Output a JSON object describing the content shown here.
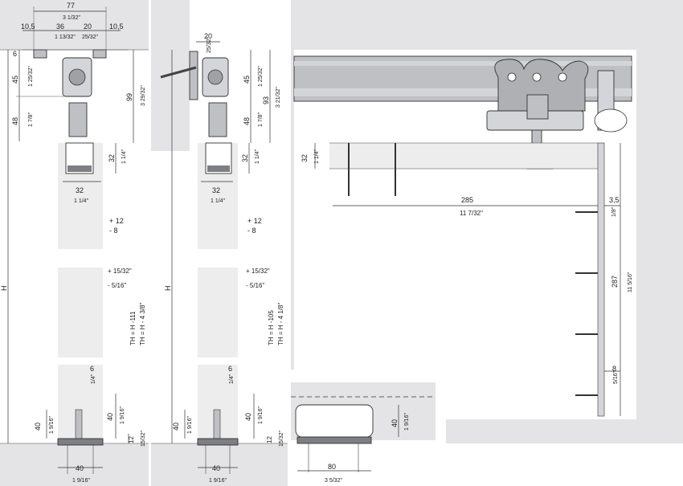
{
  "colors": {
    "wall": "#e4e4e6",
    "door": "#ededee",
    "metal": "#bfc0c3",
    "dark": "#7d7f83",
    "line": "#333333"
  },
  "labels": {
    "top_77": "77",
    "top_77_in": "3 1/32\"",
    "top_10_5_l": "10,5",
    "top_36": "36",
    "top_36_in": "1 13/32\"",
    "top_20": "20",
    "top_20_in": "25/32\"",
    "top_10_5_r": "10,5",
    "left_6": "6",
    "left_45": "45",
    "left_45_in": "1 25/32\"",
    "left_48": "48",
    "left_48_in": "1 7/8\"",
    "r_99": "99",
    "r_99_in": "3 29/32\"",
    "r_32": "32",
    "r_32_in": "1 1/4\"",
    "b1_32": "32",
    "b1_32_in": "1 1/4\"",
    "gap_12": "+ 12",
    "gap_8": "- 8",
    "gap_15": "+ 15/32\"",
    "gap_5": "- 5/16\"",
    "h_label": "H",
    "th1": "TH = H -111",
    "th1_in": "TH = H - 4 3/8\"",
    "bot_6": "6",
    "bot_6_in": "1/4\"",
    "bot_40_l": "40",
    "bot_40_l_in": "1 9/16\"",
    "bot_40_r": "40",
    "bot_40_r_in": "1 9/16\"",
    "bot_12": "12",
    "bot_12_in": "15/32\"",
    "base_40": "40",
    "base_40_in": "1 9/16\"",
    "p2_20": "20",
    "p2_20_in": "25/32\"",
    "p2_45": "45",
    "p2_45_in": "1 25/32\"",
    "p2_48": "48",
    "p2_48_in": "1 7/8\"",
    "p2_93": "93",
    "p2_93_in": "3 21/32\"",
    "p2_32": "32",
    "p2_32_in": "1 1/4\"",
    "p2_b32": "32",
    "p2_b32_in": "1 1/4\"",
    "p2_gap_12": "+ 12",
    "p2_gap_8": "- 8",
    "p2_gap_15": "+ 15/32\"",
    "p2_gap_5": "- 5/16\"",
    "p2_h": "H",
    "th2": "TH = H -105",
    "th2_in": "TH = H - 4 1/8\"",
    "p2_bot_6": "6",
    "p2_bot_6_in": "1/4\"",
    "p2_bot_40_l": "40",
    "p2_bot_40_l_in": "1 9/16\"",
    "p2_bot_40_r": "40",
    "p2_bot_40_r_in": "1 9/16\"",
    "p2_bot_12": "12",
    "p2_bot_12_in": "15/32\"",
    "p2_base_40": "40",
    "p2_base_40_in": "1 9/16\"",
    "p3_32": "32",
    "p3_32_in": "1 1/4\"",
    "p3_285": "285",
    "p3_285_in": "11 7/32\"",
    "p3_3_5": "3,5",
    "p3_3_5_in": "1/8\"",
    "p3_287": "287",
    "p3_287_in": "11 5/16\"",
    "p3_8": "8",
    "p3_8_in": "5/16\"",
    "p4_40": "40",
    "p4_40_in": "1 9/16\"",
    "p4_80": "80",
    "p4_80_in": "3 5/32\""
  }
}
